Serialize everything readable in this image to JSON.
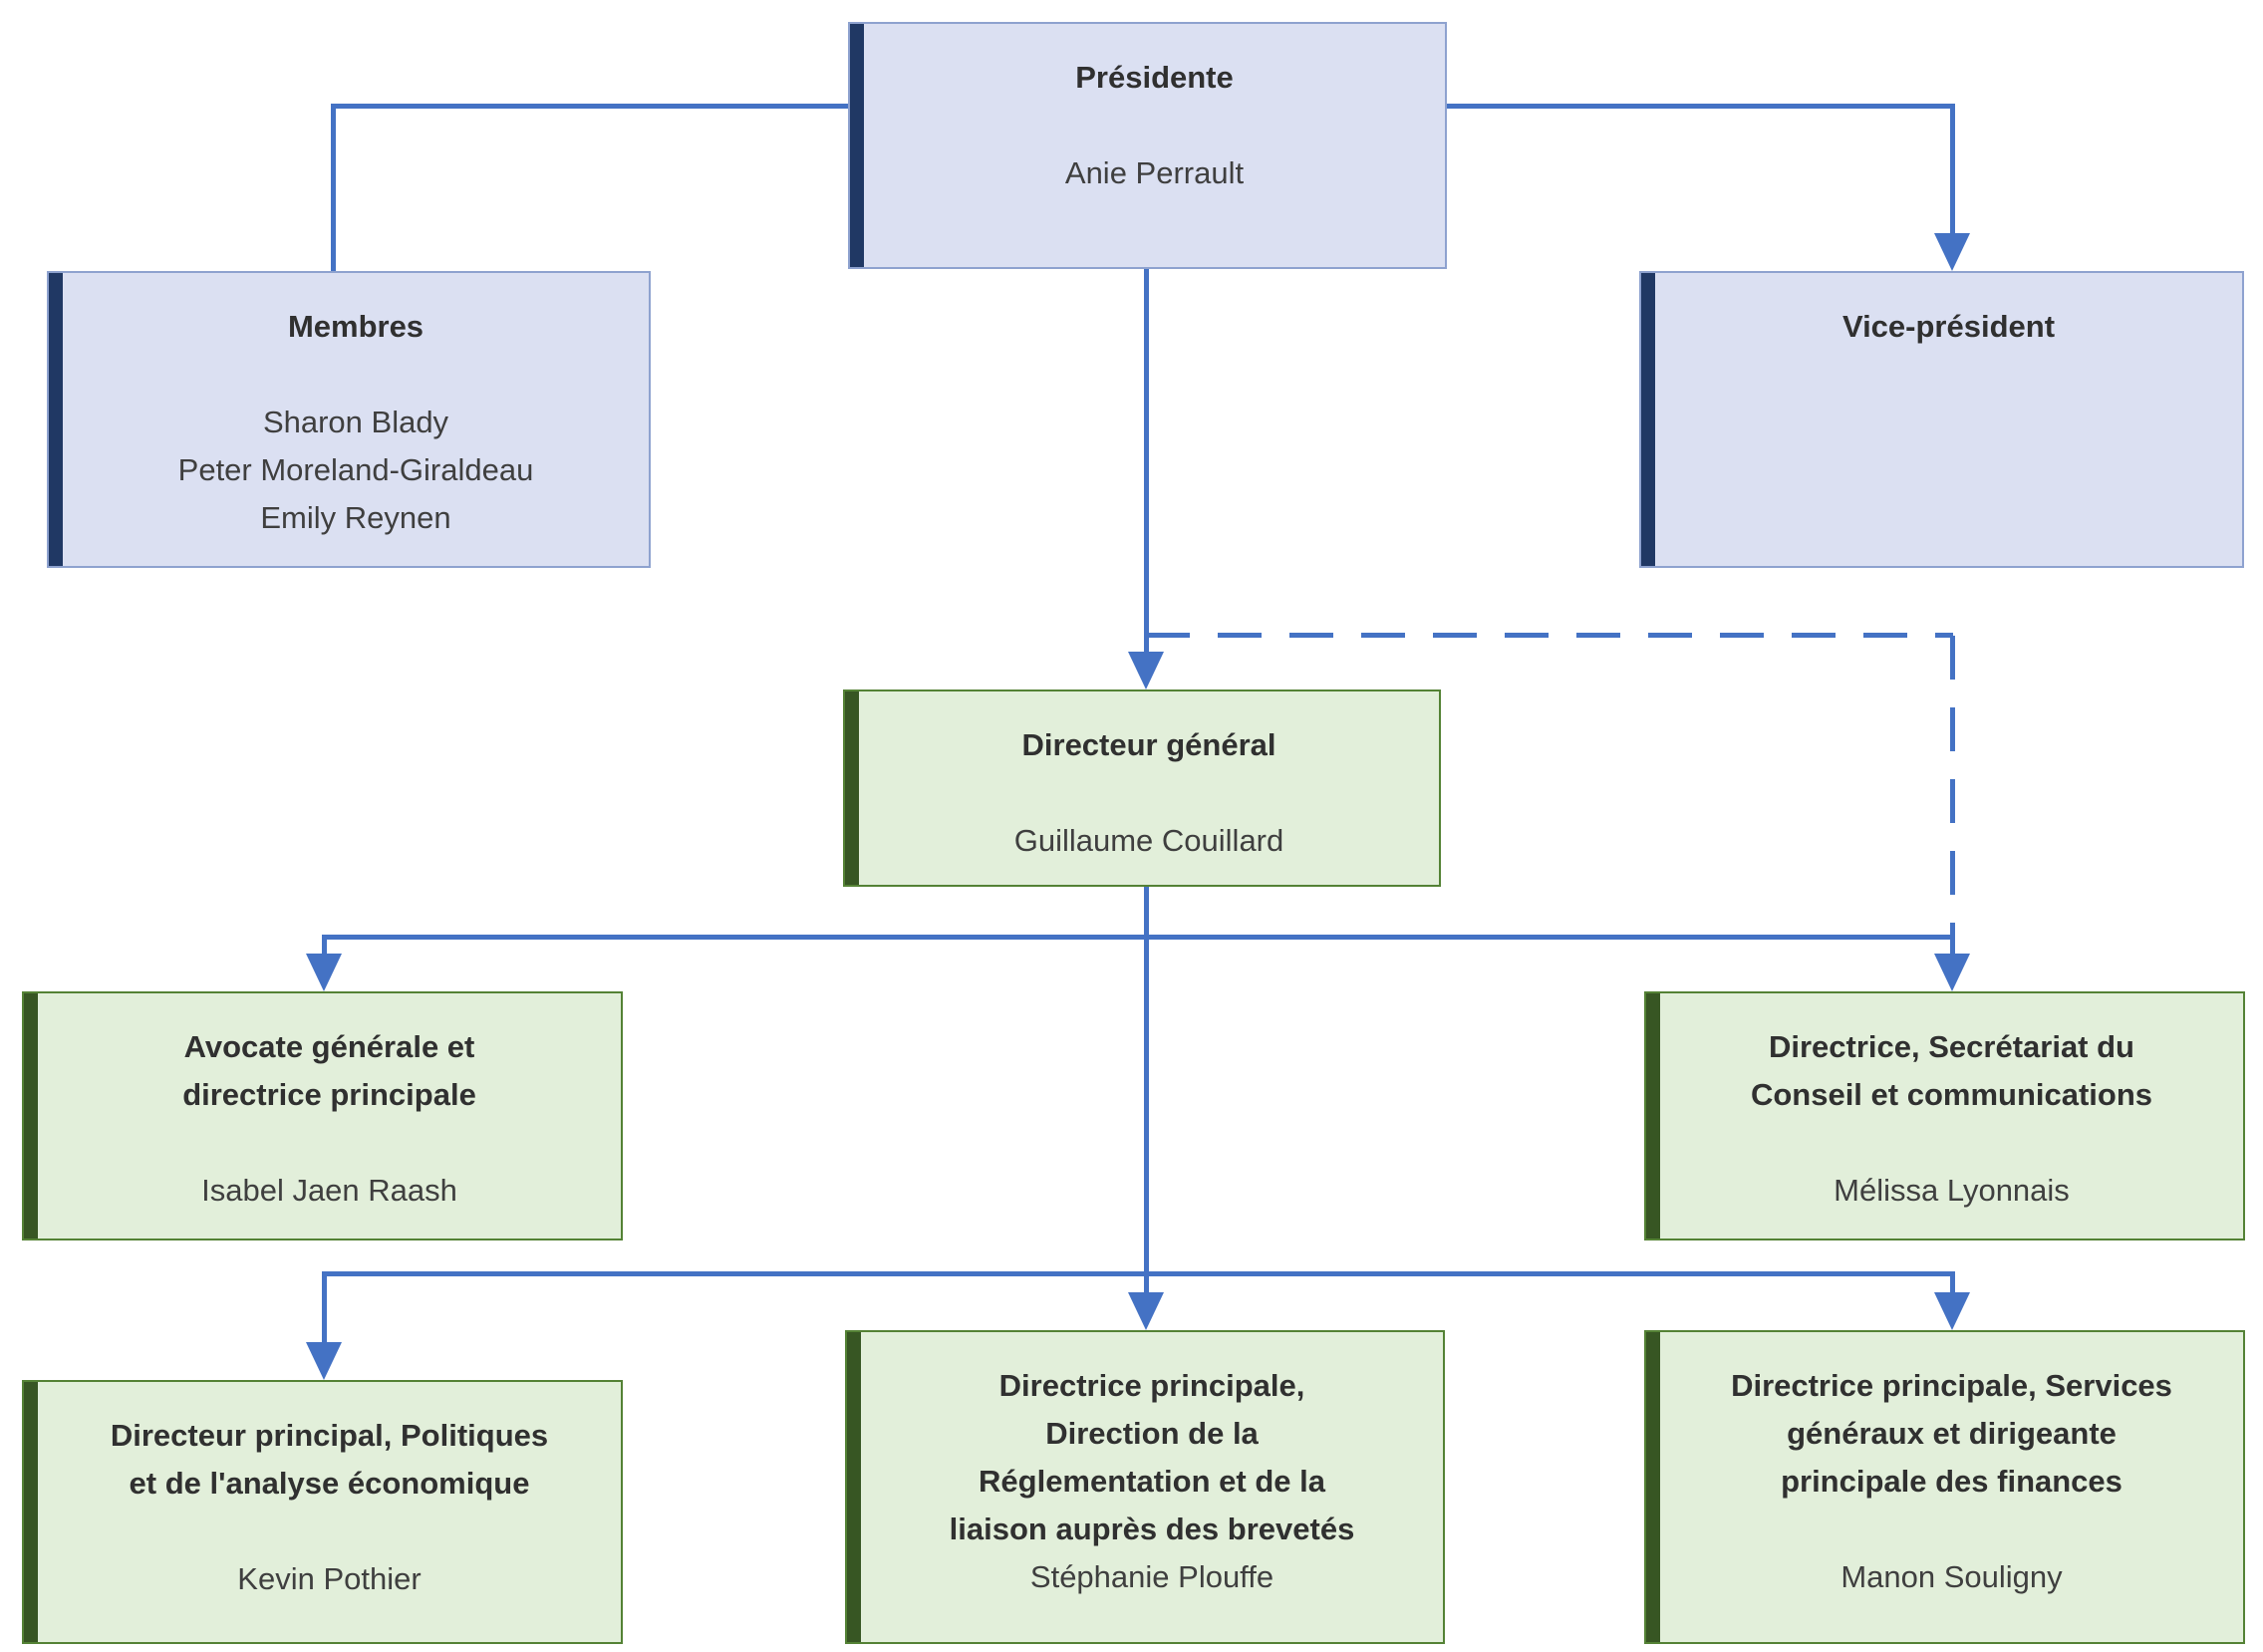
{
  "colors": {
    "line": "#4472C4",
    "blue_fill": "#DBE0F2",
    "blue_bar": "#203864",
    "blue_border": "#8EA2CF",
    "green_fill": "#E2EFDA",
    "green_bar": "#375623",
    "green_border": "#548235"
  },
  "boxes": {
    "presidente": {
      "title": "Présidente",
      "name": "Anie Perrault"
    },
    "membres": {
      "title": "Membres",
      "name": "Sharon Blady\nPeter Moreland-Giraldeau\nEmily Reynen"
    },
    "vice_president": {
      "title": "Vice-président",
      "name": ""
    },
    "directeur_general": {
      "title": "Directeur général",
      "name": "Guillaume Couillard"
    },
    "avocate": {
      "title": "Avocate générale et\ndirectrice principale",
      "name": "Isabel Jaen Raash"
    },
    "secretariat": {
      "title": "Directrice, Secrétariat du\nConseil et communications",
      "name": "Mélissa Lyonnais"
    },
    "politiques": {
      "title": "Directeur principal, Politiques\net de l'analyse économique",
      "name": "Kevin Pothier"
    },
    "reglementation": {
      "title": "Directrice principale,\nDirection de la\nRéglementation et de la\nliaison auprès des brevetés",
      "name": "Stéphanie Plouffe"
    },
    "services": {
      "title": "Directrice principale, Services\ngénéraux et dirigeante\nprincipale des finances",
      "name": "Manon Souligny"
    }
  },
  "edges": [
    {
      "from": "presidente",
      "to": "membres",
      "style": "solid",
      "arrow": false
    },
    {
      "from": "presidente",
      "to": "vice_president",
      "style": "solid",
      "arrow": true
    },
    {
      "from": "presidente",
      "to": "directeur_general",
      "style": "solid",
      "arrow": true
    },
    {
      "from": "presidente",
      "to": "secretariat",
      "style": "dashed",
      "arrow": true
    },
    {
      "from": "directeur_general",
      "to": "avocate",
      "style": "solid",
      "arrow": true
    },
    {
      "from": "directeur_general",
      "to": "secretariat",
      "style": "solid",
      "arrow": true
    },
    {
      "from": "directeur_general",
      "to": "politiques",
      "style": "solid",
      "arrow": true
    },
    {
      "from": "directeur_general",
      "to": "reglementation",
      "style": "solid",
      "arrow": true
    },
    {
      "from": "directeur_general",
      "to": "services",
      "style": "solid",
      "arrow": true
    }
  ]
}
